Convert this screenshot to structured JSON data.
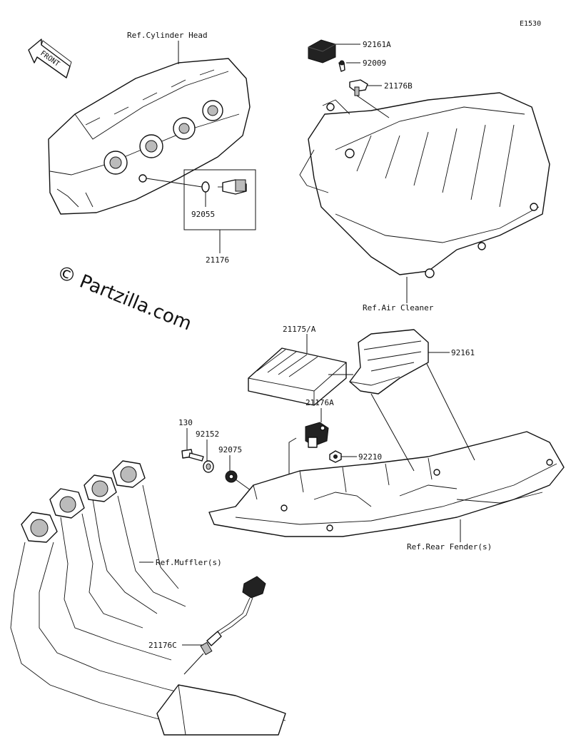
{
  "diagram_code": "E1530",
  "front_label": "FRONT",
  "watermark": "© Partzilla.com",
  "parts": {
    "p92161A": "92161A",
    "p92009": "92009",
    "p21176B": "21176B",
    "p92055": "92055",
    "p21176": "21176",
    "p21175A": "21175/A",
    "p92161": "92161",
    "p21176A": "21176A",
    "p130": "130",
    "p92152": "92152",
    "p92075": "92075",
    "p92210": "92210",
    "p21176C": "21176C"
  },
  "references": {
    "cylinder_head": "Ref.Cylinder Head",
    "air_cleaner": "Ref.Air Cleaner",
    "rear_fender": "Ref.Rear Fender(s)",
    "muffler": "Ref.Muffler(s)"
  }
}
